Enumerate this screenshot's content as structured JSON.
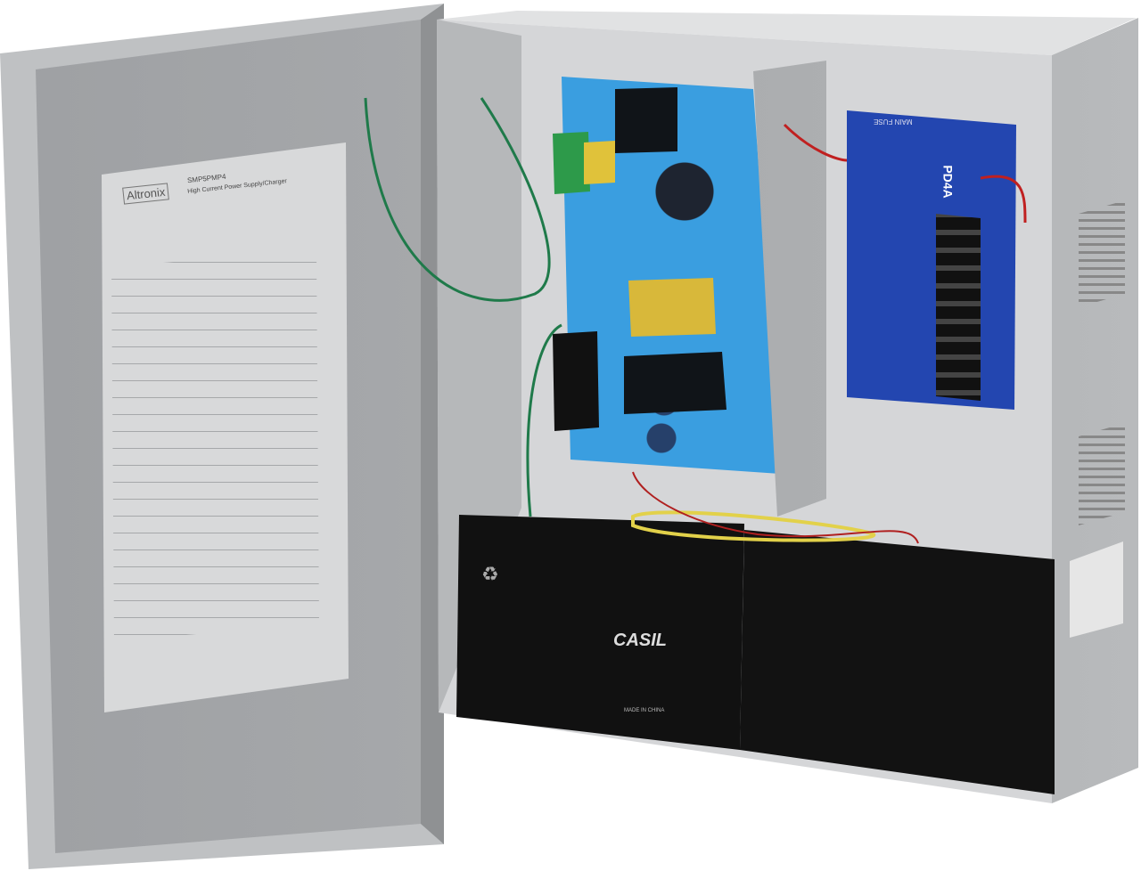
{
  "door_label": {
    "brand": "Altronix",
    "model": "SMP5PMP4",
    "subtitle": "High Current Power Supply/Charger"
  },
  "distribution_board": {
    "model": "PD4A",
    "fuse_label": "MAIN FUSE"
  },
  "battery": {
    "brand": "CASIL",
    "origin": "MADE IN CHINA"
  },
  "colors": {
    "enclosure": "#c9cacb",
    "door_inner": "#a9abad",
    "pcb": "#3a9ee0",
    "pd4a_board": "#2346b0",
    "battery": "#141414",
    "ground_wire": "#1f7a4a"
  }
}
